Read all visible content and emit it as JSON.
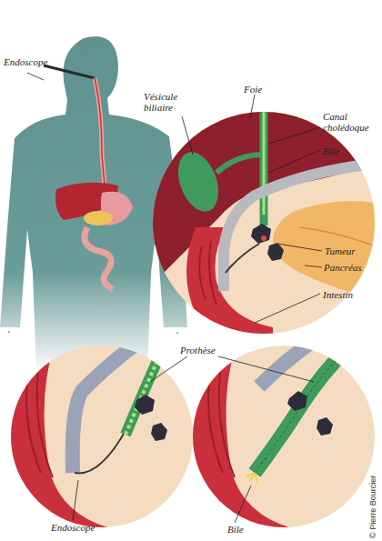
{
  "diagram": {
    "labels": [
      "Endoscope",
      "Vésicule biliaire",
      "Foie",
      "Canal cholédoque",
      "Bile",
      "Tumeur",
      "Pancréas",
      "Intestin",
      "Prothèse",
      "Endoscope",
      "Bile",
      "© Pierre Bourcier"
    ]
  }
}
